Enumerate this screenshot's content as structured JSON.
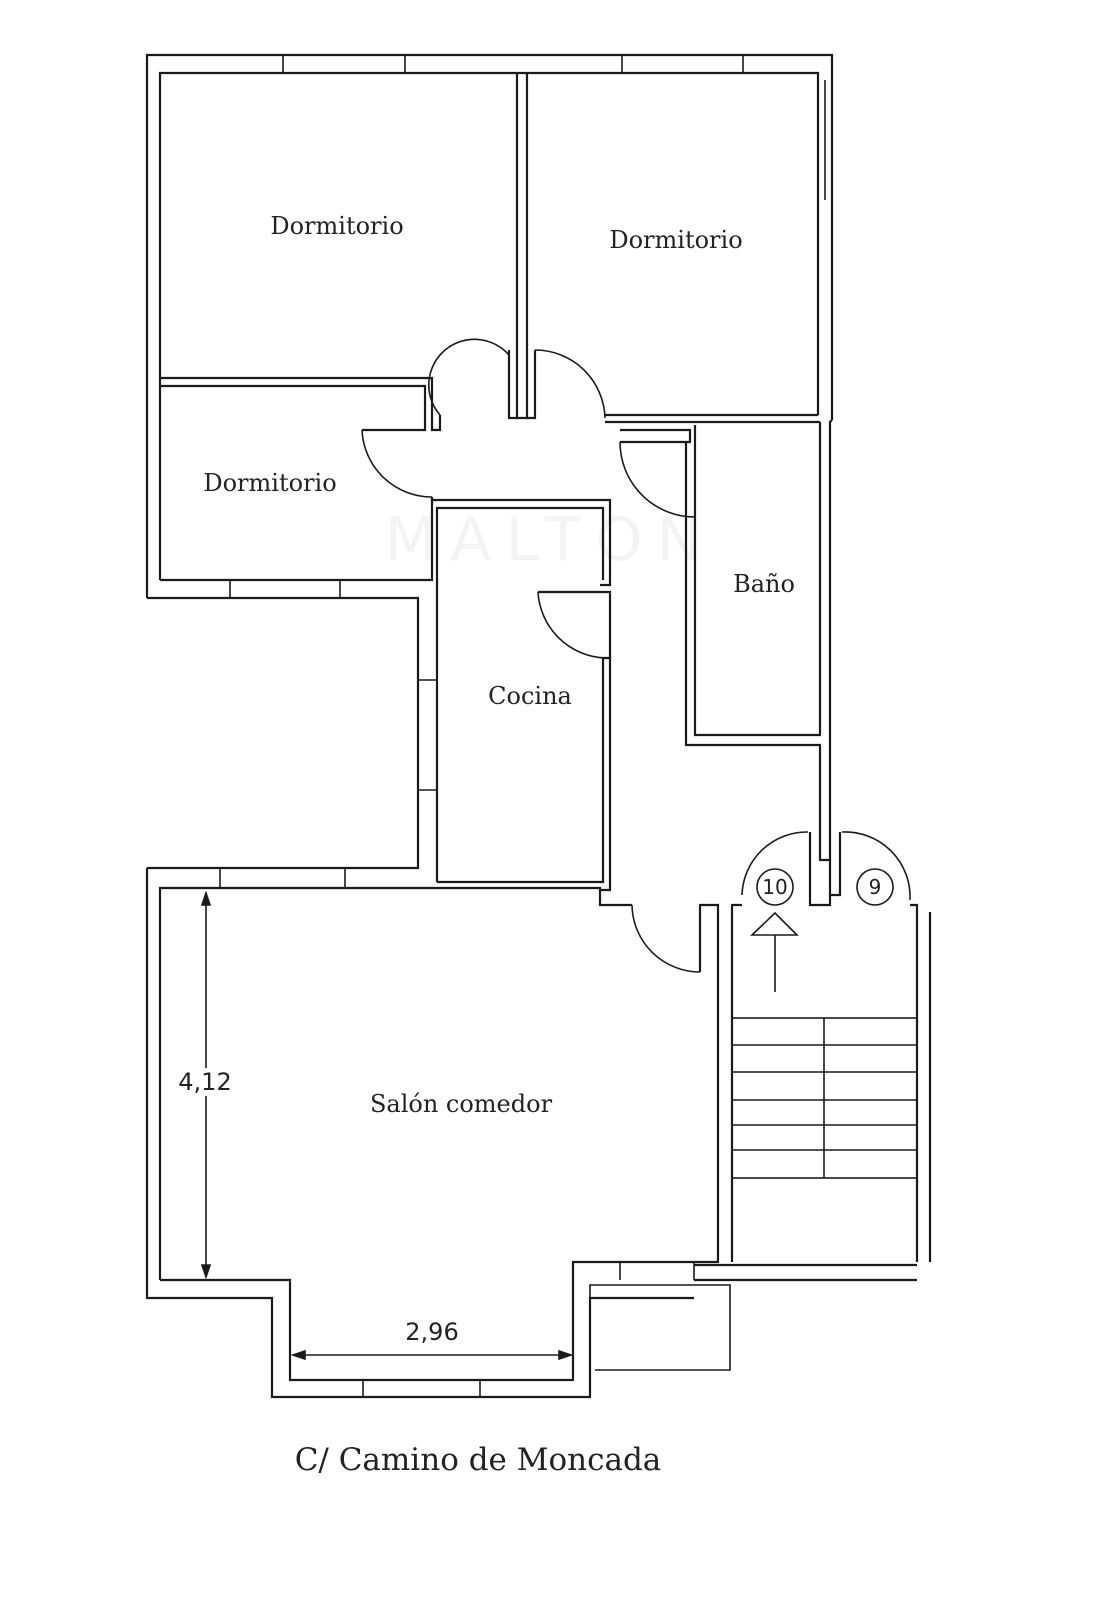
{
  "rooms": {
    "dormitorio_1": "Dormitorio",
    "dormitorio_2": "Dormitorio",
    "dormitorio_3": "Dormitorio",
    "bano": "Baño",
    "cocina": "Cocina",
    "salon": "Salón comedor"
  },
  "dimensions": {
    "height": "4,12",
    "width": "2,96"
  },
  "doors": {
    "left_door_number": "10",
    "right_door_number": "9"
  },
  "street": "C/ Camino de Moncada",
  "watermark": "MALTON"
}
